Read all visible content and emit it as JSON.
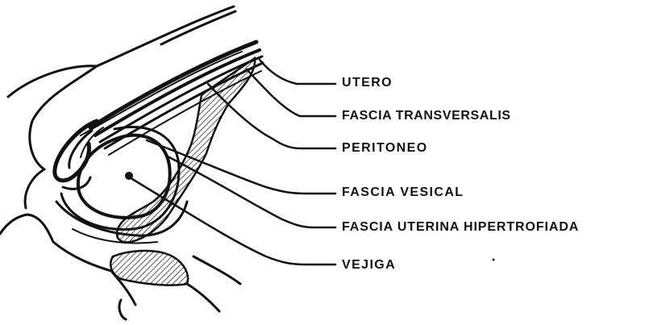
{
  "labels": {
    "utero": "UTERO",
    "fascia_transversalis": "FASCIA TRANSVERSALIS",
    "peritoneo": "PERITONEO",
    "fascia_vesical": "FASCIA VESICAL",
    "fascia_uterina": "FASCIA UTERINA HIPERTROFIADA",
    "vejiga": "VEJIGA"
  },
  "colors": {
    "ink": "#111111",
    "background": "#ffffff"
  }
}
